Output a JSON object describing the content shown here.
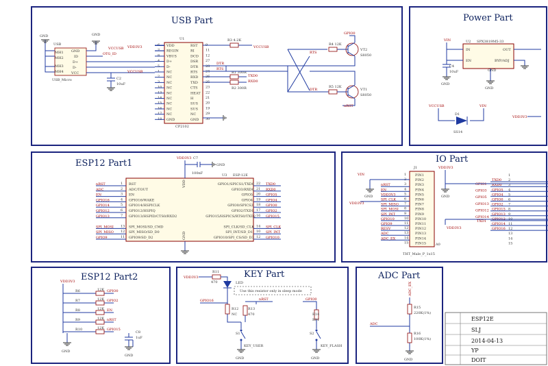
{
  "sections": {
    "usb": "USB Part",
    "power": "Power Part",
    "esp1": "ESP12 Part1",
    "io": "IO Part",
    "esp2": "ESP12 Part2",
    "key": "KEY Part",
    "adc": "ADC Part"
  },
  "usb": {
    "conn_ref": "USB",
    "conn_name": "USB_Micro",
    "conn_pins": [
      "MH1",
      "MH2",
      "MH3",
      "MH4"
    ],
    "conn_sigs": [
      "GND",
      "ID",
      "D+",
      "D-",
      "VCC"
    ],
    "otg": "OTG_ID",
    "vccusb": "VCCUSB",
    "vdd3v3": "VDD3V3",
    "gnd": "GND",
    "c2": "C2",
    "c2v": "10uF",
    "u1": "U1",
    "u1_name": "CP2102",
    "u1_left": [
      "VDD",
      "REGIN",
      "VBUS",
      "D+",
      "D-",
      "NC",
      "NC",
      "NC",
      "NC",
      "NC",
      "NC",
      "NC",
      "NC",
      "NC",
      "GND"
    ],
    "u1_right": [
      "RST",
      "RI",
      "DCD",
      "DSR",
      "DTR",
      "RTS",
      "RXD",
      "TXD",
      "CTS",
      "HEAT",
      "H",
      "SUS",
      "SUS",
      "NC",
      "GND"
    ],
    "u1_lpins": [
      "6",
      "7",
      "8",
      "4",
      "5",
      "1",
      "2",
      "3",
      "10",
      "13",
      "14",
      "15",
      "16",
      "17",
      "18"
    ],
    "u1_rpins": [
      "9",
      "11",
      "12",
      "27",
      "28",
      "24",
      "26",
      "25",
      "23",
      "22",
      "21",
      "20",
      "19",
      "29",
      "30"
    ],
    "r3": "R3 4.2K",
    "r1": "R1 300R",
    "r2": "R2 300R",
    "dtr": "DTR",
    "rts": "RTS",
    "txd0": "TXD0",
    "rxd0": "RXD0",
    "gpio0": "GPIO0",
    "r4": "R4 12K",
    "r5": "R5 12K",
    "vt2": "VT2",
    "vt1": "VT1",
    "s8050": "S8050",
    "nrst": "nRST"
  },
  "power": {
    "vin": "VIN",
    "u2": "U2",
    "u2_name": "SPX3819M5-33",
    "pins": [
      "IN",
      "EN",
      "OUT",
      "BYP/ADJ",
      "GND"
    ],
    "c4": "C4",
    "c4v": "10uF",
    "gnd": "GND",
    "d1": "D1",
    "d1_name": "SS14",
    "vccusb": "VCCUSB",
    "vdd3v3": "VDD3V3"
  },
  "esp1": {
    "vdd3v3": "VDD3V3",
    "c7": "C7",
    "c7v": "100nF",
    "gnd": "GND",
    "u3": "U3",
    "u3_name": "ESP-12E",
    "vdd": "VDD",
    "gnd_lbl": "GND",
    "left_nets": [
      "nRST",
      "ADC",
      "EN",
      "GPIO16",
      "GPIO14",
      "GPIO12",
      "GPIO13",
      "",
      "SPI_MOSI",
      "SPI_MISO",
      "GPIO9"
    ],
    "left_pins": [
      "1",
      "2",
      "3",
      "4",
      "5",
      "6",
      "7",
      "",
      "13",
      "12",
      "11"
    ],
    "left_names": [
      "RST",
      "ADC/TOUT",
      "EN",
      "GPIO16/WAKE",
      "GPIO14/HSPICLK",
      "GPIO12/HSPIQ",
      "GPIO13/HSPID/CTS0/RXD2",
      "",
      "SPI_MOSI/SD_CMD",
      "SPI_MISO/SD_D0",
      "GPIO9/SD_D2"
    ],
    "right_names": [
      "GPIO1/SPICS1/TXD0",
      "GPIO3/RXD0",
      "GPIO5",
      "GPIO4",
      "GPIO0/SPICS2",
      "GPIO2/TXD1",
      "GPIO15/HSPICS/RTS0/TXD2",
      "",
      "SPI_CLK/SD_CLK",
      "SPI_INT/SD_D1",
      "GPIO10/SPI_CS/SD_D3"
    ],
    "right_pins": [
      "22",
      "21",
      "20",
      "19",
      "18",
      "17",
      "16",
      "",
      "14",
      "10",
      "12"
    ],
    "right_nets": [
      "TXD0",
      "RXD0",
      "GPIO5",
      "GPIO4",
      "GPIO0",
      "GPIO2",
      "GPIO15",
      "",
      "SPI_CLK",
      "SPI_INT",
      "GPIO10"
    ]
  },
  "io": {
    "j1": "J1",
    "j1_name": "THT_Male_P_1x15",
    "pins": [
      "PIN1",
      "PIN2",
      "PIN3",
      "PIN4",
      "PIN5",
      "PIN6",
      "PIN7",
      "PIN8",
      "PIN9",
      "PIN10",
      "PIN11",
      "PIN12",
      "PIN13",
      "PIN14",
      "PIN15"
    ],
    "pin_nums": [
      "1",
      "2",
      "3",
      "4",
      "5",
      "6",
      "7",
      "8",
      "9",
      "10",
      "11",
      "12",
      "13",
      "14",
      "15"
    ],
    "left_nets": [
      "VIN",
      "GND",
      "nRST",
      "EN",
      "VDD3V3",
      "SPI_CLK",
      "SPI_MISO",
      "SPI_MOSI",
      "SPI_INT",
      "GPIO10",
      "GPIO9",
      "RESV",
      "ADC",
      "ADC_EX",
      ""
    ],
    "vdd3v3": "VDD3V3",
    "vin": "VIN",
    "gnd": "GND",
    "a0": "A0",
    "right_nums": [
      "1",
      "2",
      "3",
      "4",
      "5",
      "6",
      "7",
      "8",
      "9",
      "10",
      "11",
      "12",
      "13",
      "14",
      "15"
    ],
    "right_nets": [
      "",
      "TXD0",
      "RXD0",
      "GPIO5",
      "GPIO4",
      "GPIO0",
      "GPIO2",
      "GPIO15",
      "GPIO13",
      "GPIO12",
      "GPIO14",
      "GPIO16",
      "",
      "",
      ""
    ],
    "txd1": "TXD1",
    "right_top": [
      "GPIO1",
      "GPIO3",
      "GPIO5",
      "GPIO13",
      "GPIO12",
      "GPIO14",
      "GPIO2",
      "GPIO12",
      "GPIO15",
      "GPIO16"
    ]
  },
  "esp2": {
    "vdd3v3": "VDD3V3",
    "rows": [
      {
        "ref": "R6",
        "val": "12K",
        "net": "GPIO0"
      },
      {
        "ref": "R7",
        "val": "12K",
        "net": "GPIO2"
      },
      {
        "ref": "R8",
        "val": "12K",
        "net": "EN"
      },
      {
        "ref": "R9",
        "val": "12K",
        "net": "nRST"
      },
      {
        "ref": "R10",
        "val": "12K",
        "net": "GPIO15"
      }
    ],
    "c8": "C8",
    "c8v": "1uF",
    "gnd": "GND"
  },
  "key": {
    "vdd3v3": "VDD3V3",
    "r11": "R11",
    "r11v": "470",
    "led": "LED",
    "note": "Use this resistor only in sleep mode",
    "gpio16": "GPIO16",
    "nrst": "nRST",
    "gpio0": "GPIO0",
    "r12": "R12",
    "r12v": "NC",
    "r13": "R13",
    "r13v": "470",
    "r14": "R14",
    "r14v": "R91",
    "s1": "S1",
    "s2": "S2",
    "key_user": "KEY_USER",
    "key_flash": "KEY_FLASH",
    "gnd": "GND"
  },
  "adc": {
    "adc_ex": "ADC_EX",
    "adc": "ADC",
    "r15": "R15",
    "r15v": "220K(1%)",
    "r16": "R16",
    "r16v": "100K(1%)",
    "gnd": "GND"
  },
  "title_block": [
    "ESP12E",
    "SLJ",
    "2014-04-13",
    "YP",
    "DOIT"
  ]
}
